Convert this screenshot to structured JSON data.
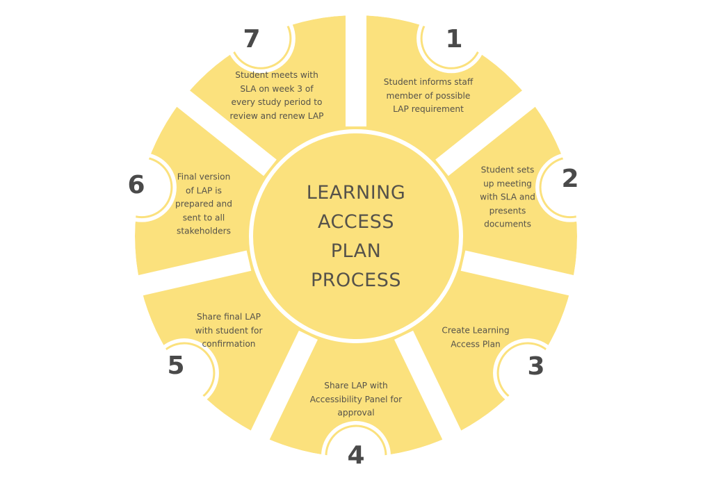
{
  "title": {
    "lines": [
      "LEARNING",
      "ACCESS",
      "PLAN",
      "PROCESS"
    ]
  },
  "colors": {
    "segment_fill": "#fbe17d",
    "background": "#ffffff",
    "text": "#55524a",
    "number": "#4a4a4a"
  },
  "steps": [
    {
      "number": "1",
      "text": "Student informs staff\nmember of possible\nLAP requirement"
    },
    {
      "number": "2",
      "text": "Student sets\nup meeting\nwith SLA and\npresents\ndocuments"
    },
    {
      "number": "3",
      "text": "Create Learning\nAccess Plan"
    },
    {
      "number": "4",
      "text": "Share LAP with\nAccessibility Panel for\napproval"
    },
    {
      "number": "5",
      "text": "Share final LAP\nwith student for\nconfirmation"
    },
    {
      "number": "6",
      "text": "Final version\nof LAP is\nprepared and\nsent to all\nstakeholders"
    },
    {
      "number": "7",
      "text": "Student meets with\nSLA on week 3 of\nevery study period to\nreview and renew LAP"
    }
  ]
}
